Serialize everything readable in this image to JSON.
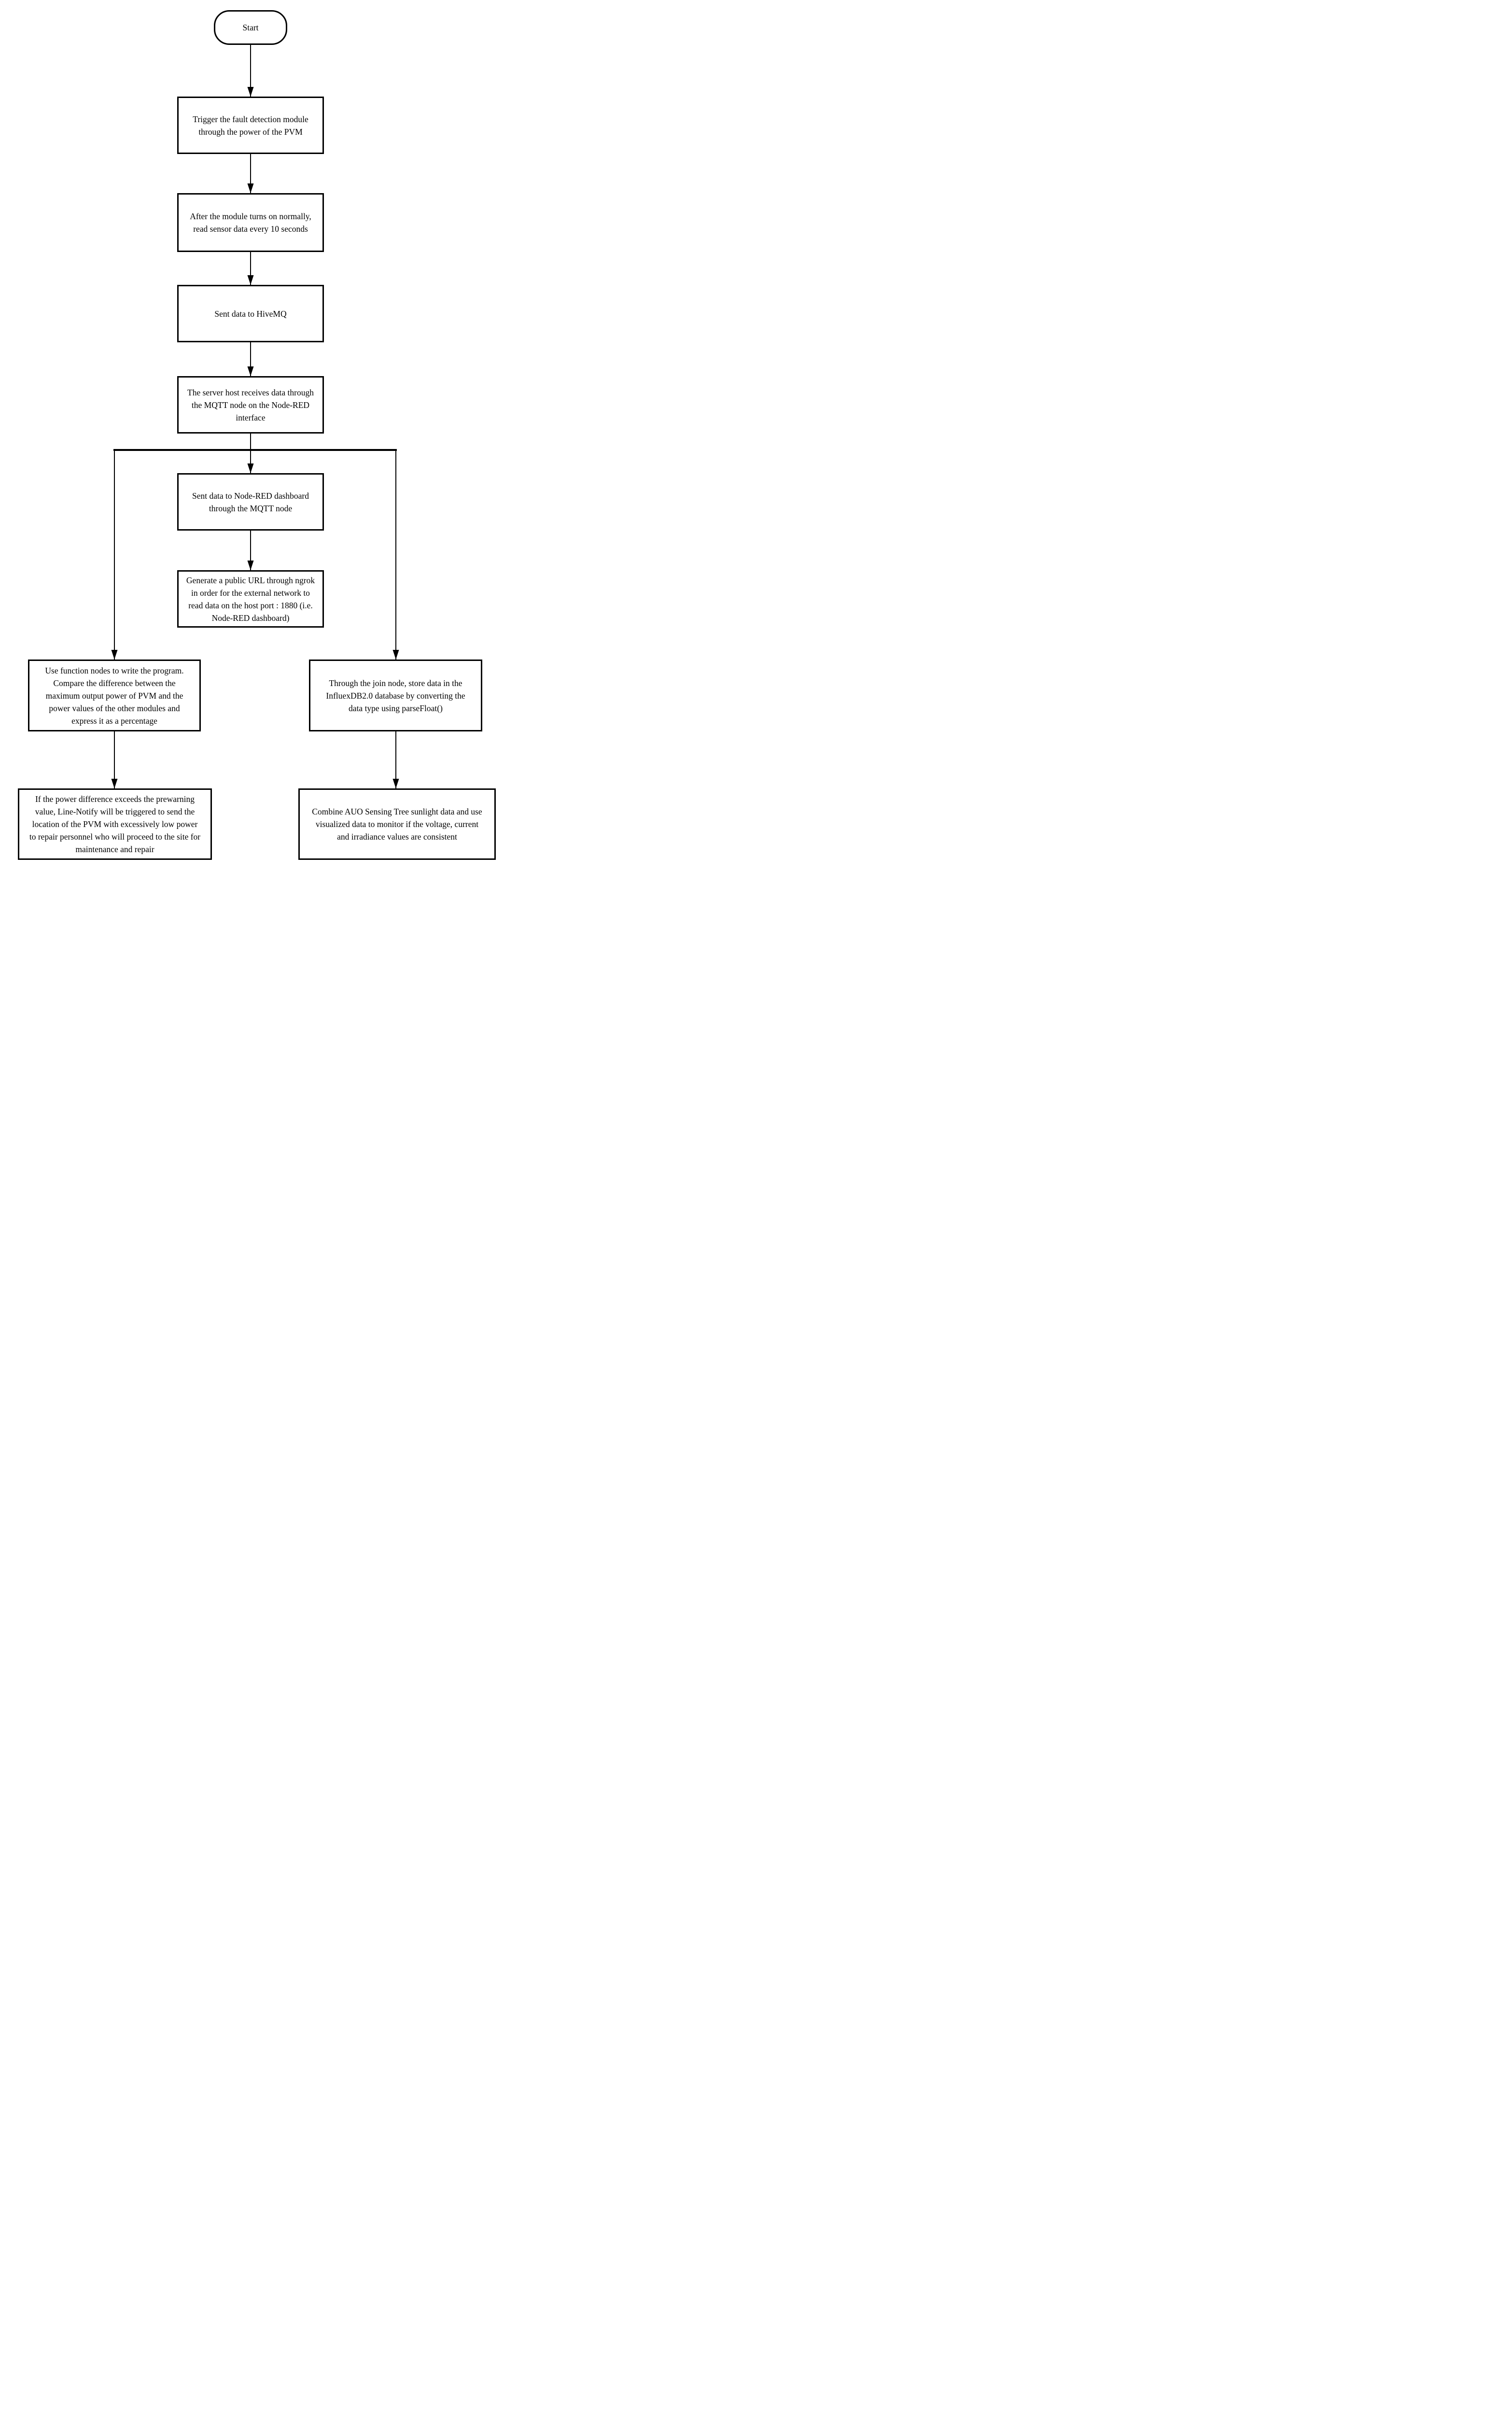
{
  "flowchart": {
    "colors": {
      "stroke": "#000000",
      "background": "#ffffff"
    },
    "nodes": [
      {
        "id": "start",
        "type": "terminator",
        "lines": [
          "Start"
        ]
      },
      {
        "id": "trigger-fault-detection",
        "type": "process",
        "lines": [
          "Trigger the fault detection module",
          "through the power of the PVM"
        ]
      },
      {
        "id": "read-sensor-data",
        "type": "process",
        "lines": [
          "After the module turns on normally,",
          "read sensor data every 10 seconds"
        ]
      },
      {
        "id": "send-data-hivemq",
        "type": "process",
        "lines": [
          "Sent data to HiveMQ"
        ]
      },
      {
        "id": "server-host-receives",
        "type": "process",
        "lines": [
          "The server host receives data through",
          "the MQTT node on the Node-RED",
          "interface"
        ]
      },
      {
        "id": "send-data-dashboard",
        "type": "process",
        "lines": [
          "Sent data to Node-RED dashboard",
          "through the MQTT node"
        ]
      },
      {
        "id": "generate-ngrok-url",
        "type": "process",
        "lines": [
          "Generate a public URL through ngrok",
          "in order for the external network to",
          "read data on the host port : 1880 (i.e.",
          "Node-RED dashboard)"
        ]
      },
      {
        "id": "function-nodes-compare",
        "type": "process",
        "lines": [
          "Use function nodes to write the program.",
          "Compare the difference between the",
          "maximum output power of PVM and the",
          "power values of the other modules and",
          "express it as a percentage"
        ]
      },
      {
        "id": "join-node-store",
        "type": "process",
        "lines": [
          "Through the join node, store data in the",
          "InfluexDB2.0 database by converting the",
          "data type using parseFloat()"
        ]
      },
      {
        "id": "line-notify-alert",
        "type": "process",
        "lines": [
          "If the power difference exceeds the prewarning",
          "value, Line-Notify will be triggered to send the",
          "location of the PVM with excessively low power",
          "to repair personnel who will proceed to the site for",
          "maintenance and repair"
        ]
      },
      {
        "id": "combine-auo-monitor",
        "type": "process",
        "lines": [
          "Combine AUO Sensing Tree sunlight data and use",
          "visualized data to monitor if the voltage, current",
          "and irradiance values are consistent"
        ]
      }
    ],
    "edges": [
      {
        "from": "start",
        "to": "trigger-fault-detection"
      },
      {
        "from": "trigger-fault-detection",
        "to": "read-sensor-data"
      },
      {
        "from": "read-sensor-data",
        "to": "send-data-hivemq"
      },
      {
        "from": "send-data-hivemq",
        "to": "server-host-receives"
      },
      {
        "from": "server-host-receives",
        "to": "send-data-dashboard"
      },
      {
        "from": "server-host-receives",
        "to": "function-nodes-compare"
      },
      {
        "from": "server-host-receives",
        "to": "join-node-store"
      },
      {
        "from": "send-data-dashboard",
        "to": "generate-ngrok-url"
      },
      {
        "from": "function-nodes-compare",
        "to": "line-notify-alert"
      },
      {
        "from": "join-node-store",
        "to": "combine-auo-monitor"
      }
    ]
  }
}
